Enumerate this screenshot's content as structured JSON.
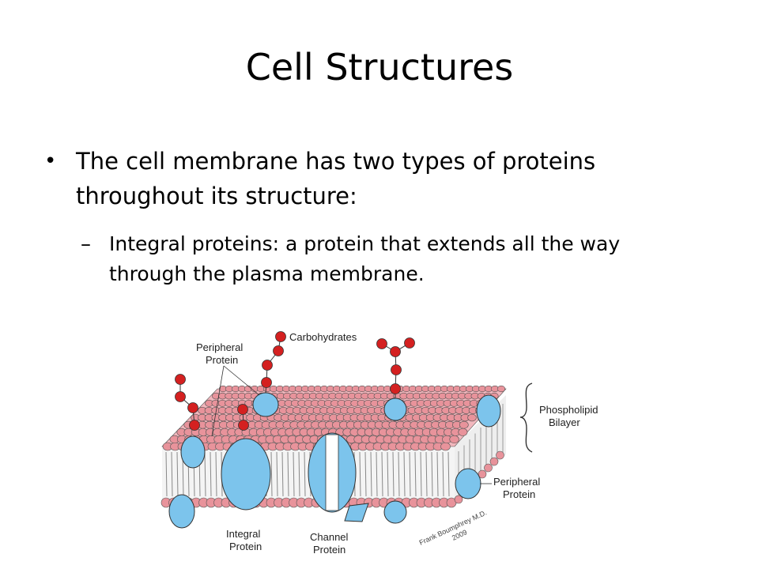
{
  "slide": {
    "title": "Cell Structures",
    "bullet": {
      "marker": "•",
      "text": "The cell membrane has two types of proteins throughout its structure:"
    },
    "sub_bullet": {
      "marker": "–",
      "text": "Integral proteins: a protein that extends all the way through the plasma membrane."
    }
  },
  "diagram": {
    "labels": {
      "carbohydrates": "Carbohydrates",
      "peripheral_protein_top_1": "Peripheral",
      "peripheral_protein_top_2": "Protein",
      "phospholipid_1": "Phospholipid",
      "phospholipid_2": "Bilayer",
      "peripheral_protein_right_1": "Peripheral",
      "peripheral_protein_right_2": "Protein",
      "integral_protein_1": "Integral",
      "integral_protein_2": "Protein",
      "channel_protein_1": "Channel",
      "channel_protein_2": "Protein",
      "credit_1": "Frank Boumphrey M.D.",
      "credit_2": "2009"
    },
    "colors": {
      "lipid_head": "#e8939b",
      "protein": "#7cc4ec",
      "carbohydrate": "#d42020"
    }
  }
}
